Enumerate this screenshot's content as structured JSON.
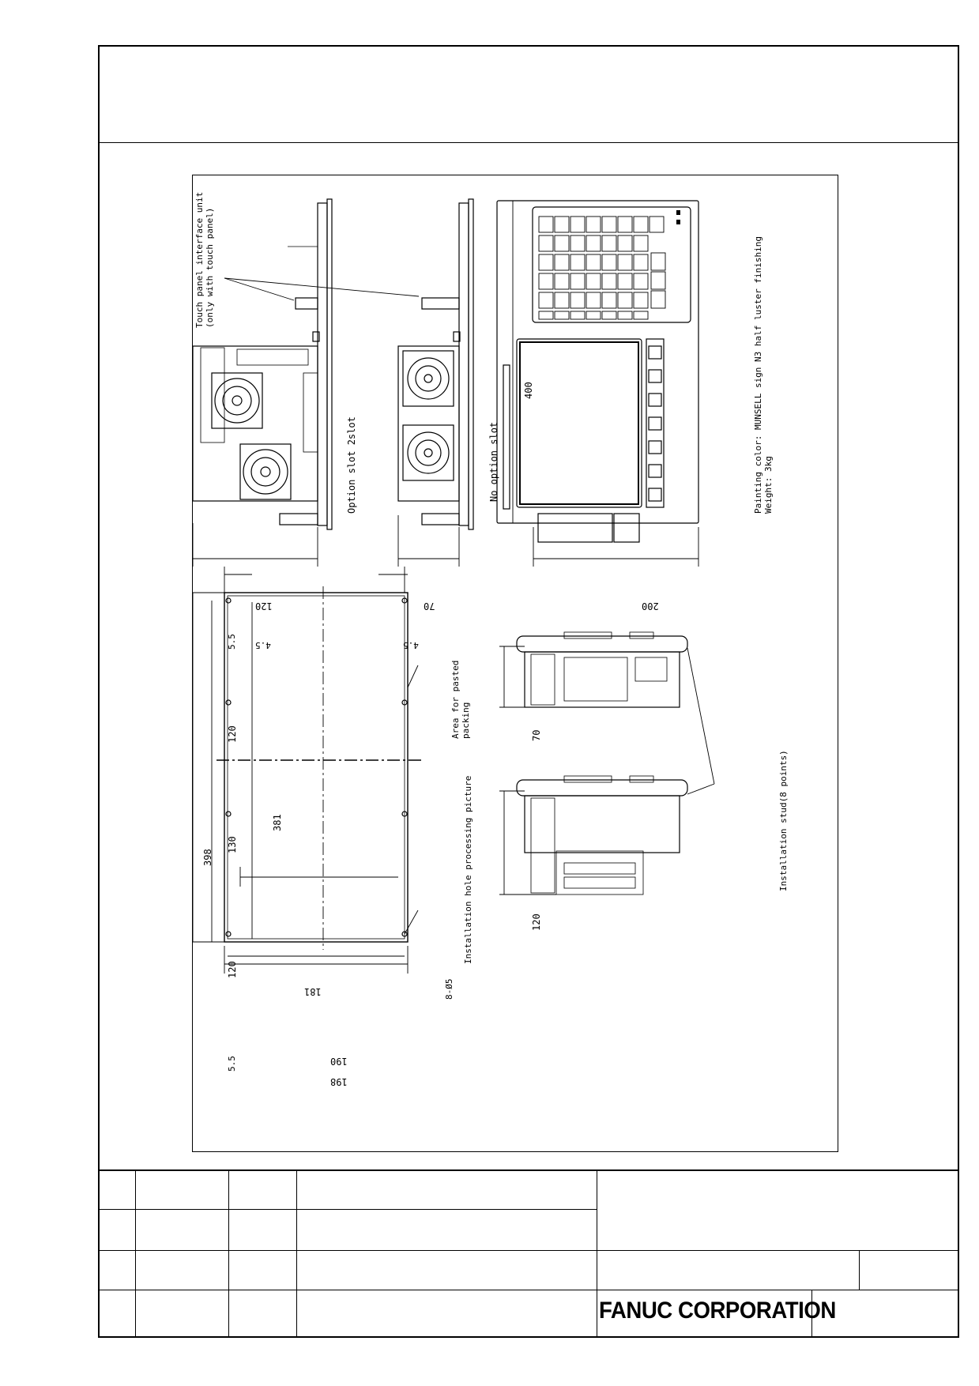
{
  "title_block": {
    "company": "FANUC CORPORATION"
  },
  "drawing": {
    "notes": {
      "touch_panel_line1": "Touch panel interface unit",
      "touch_panel_line2": "(only with touch panel)",
      "option_slot_2": "Option slot 2slot",
      "no_option_slot": "No option slot",
      "painting_color": "Painting color: MUNSELL sign N3 half luster finishing",
      "weight": "Weight: 3kg",
      "area_pasted_line1": "Area for pasted",
      "area_pasted_line2": "packing",
      "install_hole": "Installation hole processing picture",
      "install_stud": "Installation stud(8 points)",
      "hole_spec": "8-Ø5"
    },
    "dimensions": {
      "d120_side": "120",
      "d70_side": "70",
      "d200": "200",
      "d400": "400",
      "d5_5_top": "5.5",
      "d4_5_left": "4.5",
      "d4_5_right": "4.5",
      "d120_a": "120",
      "d130": "130",
      "d120_b": "120",
      "d398": "398",
      "d381": "381",
      "d5_5_bottom": "5.5",
      "d181": "181",
      "d190": "190",
      "d198": "198",
      "d70_bottom": "70",
      "d120_bottom": "120"
    }
  }
}
